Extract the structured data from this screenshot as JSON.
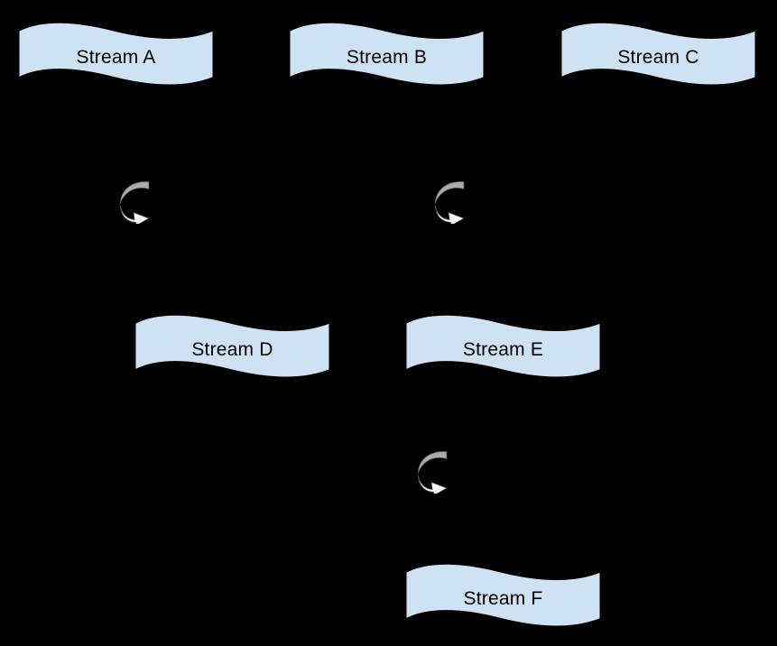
{
  "canvas": {
    "background": "#000000"
  },
  "colors": {
    "node_fill": "#cfe2f3",
    "node_stroke": "#000000",
    "label": "#000000",
    "arrow_upper": "#ababab",
    "arrow_lower": "#f5f5f5",
    "arrow_outline": "#4d4d4d"
  },
  "nodes": [
    {
      "id": "stream-a",
      "label": "Stream A",
      "shape": "wave"
    },
    {
      "id": "stream-b",
      "label": "Stream B",
      "shape": "wave"
    },
    {
      "id": "stream-c",
      "label": "Stream C",
      "shape": "wave"
    },
    {
      "id": "stream-d",
      "label": "Stream D",
      "shape": "wave"
    },
    {
      "id": "stream-e",
      "label": "Stream E",
      "shape": "wave"
    },
    {
      "id": "stream-f",
      "label": "Stream F",
      "shape": "wave"
    }
  ],
  "icons": [
    {
      "id": "loop-1",
      "name": "loop-arrow-icon"
    },
    {
      "id": "loop-2",
      "name": "loop-arrow-icon"
    },
    {
      "id": "loop-3",
      "name": "loop-arrow-icon"
    }
  ]
}
